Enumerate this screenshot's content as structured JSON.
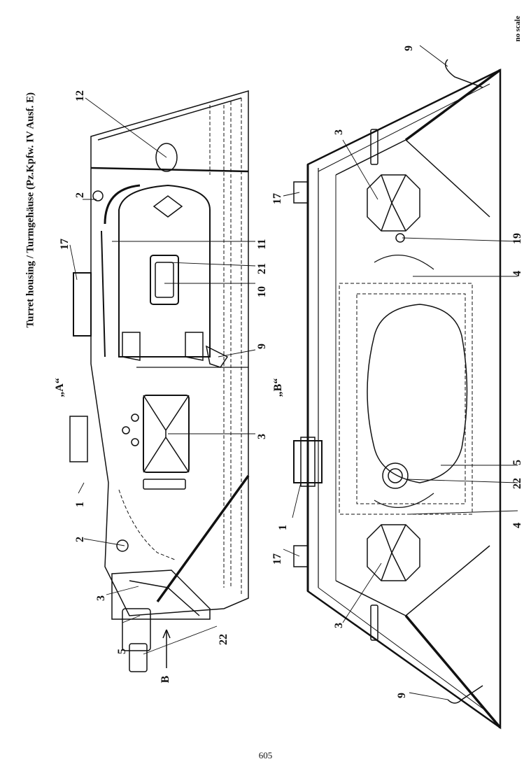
{
  "document": {
    "title": "Turret housing / Turmgehäuse (Pz.Kpfw. IV Ausf. E)",
    "scale_note": "no scale",
    "page_number": "605"
  },
  "view_a": {
    "label": "„A“",
    "direction_label": "B",
    "callouts": [
      "1",
      "2",
      "2",
      "3",
      "3",
      "5",
      "9",
      "10",
      "11",
      "12",
      "17",
      "21",
      "22"
    ]
  },
  "view_b": {
    "label": "„B“",
    "callouts": [
      "1",
      "3",
      "3",
      "4",
      "4",
      "5",
      "9",
      "9",
      "17",
      "17",
      "19",
      "22"
    ]
  }
}
